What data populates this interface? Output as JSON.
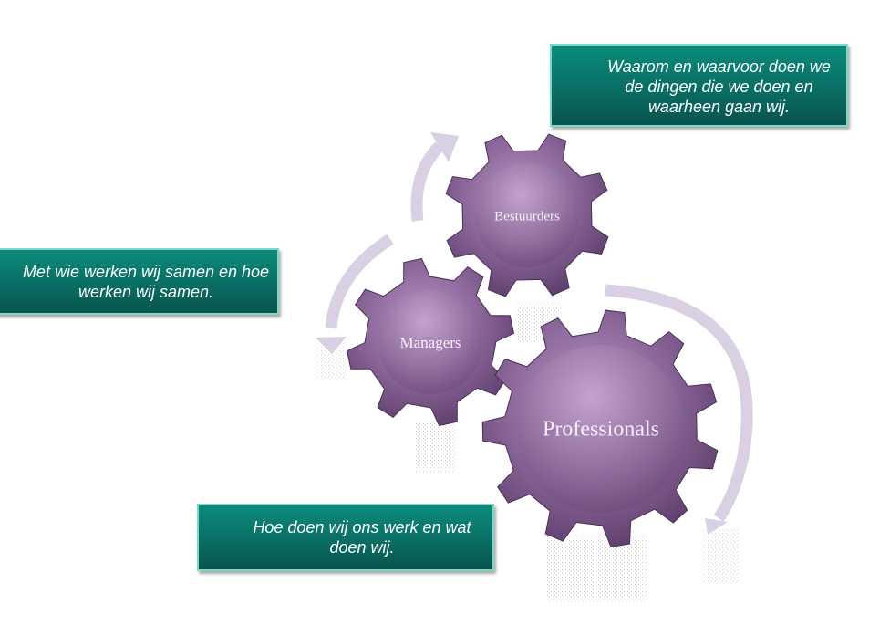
{
  "gears": {
    "bestuurders": "Bestuurders",
    "managers": "Managers",
    "professionals": "Professionals"
  },
  "callouts": {
    "top": "Waarom en waarvoor doen we de dingen die we doen en waarheen gaan wij.",
    "left": "Met wie werken wij samen en hoe werken wij samen.",
    "bottom": "Hoe doen wij ons werk en wat doen wij."
  },
  "colors": {
    "gear": "#7e5a8c",
    "gear_highlight": "#c6a8d2",
    "arrow": "#d9d0e4",
    "callout": "#0a7a6e",
    "callout_border": "#7dd8c8"
  }
}
